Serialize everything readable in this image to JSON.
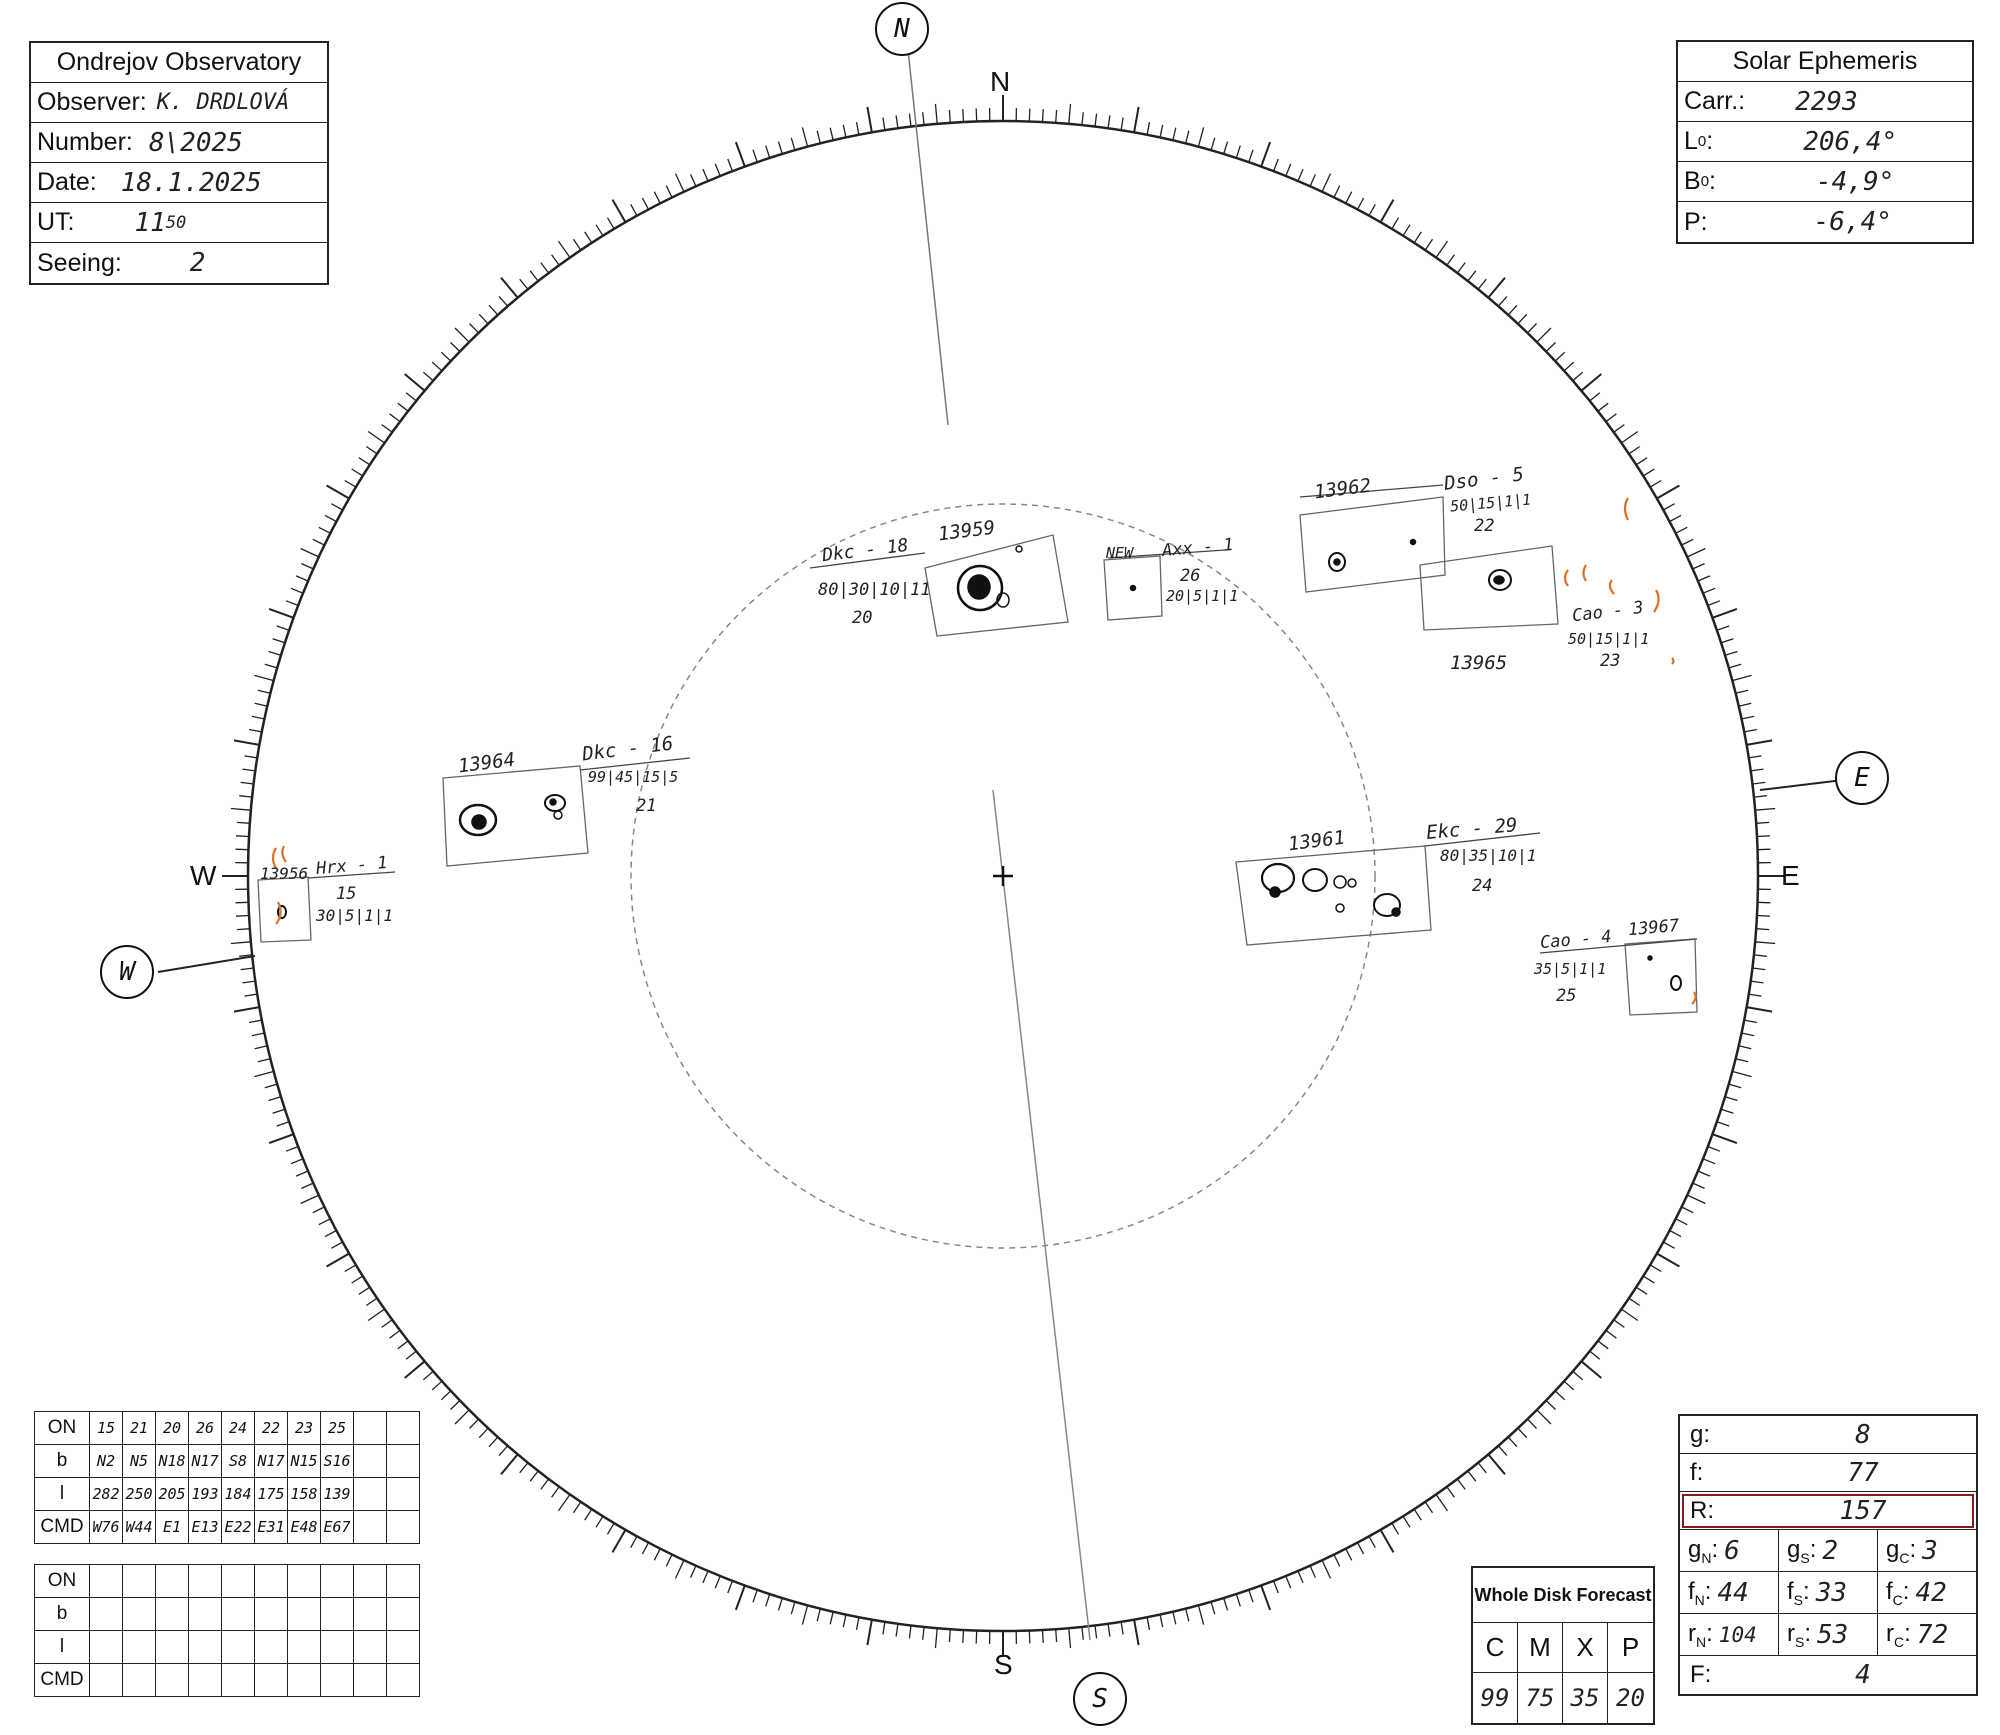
{
  "header": {
    "title": "Ondrejov Observatory",
    "observer_label": "Observer:",
    "observer": "K. DRDLOVÁ",
    "number_label": "Number:",
    "number": "8\\2025",
    "date_label": "Date:",
    "date": "18.1.2025",
    "ut_label": "UT:",
    "ut": "11",
    "ut_minutes": "50",
    "seeing_label": "Seeing:",
    "seeing": "2"
  },
  "ephemeris": {
    "title": "Solar Ephemeris",
    "carr_label": "Carr.:",
    "carr": "2293",
    "l0_label": "L",
    "l0_sub": "0",
    "l0": "206,4°",
    "b0_label": "B",
    "b0_sub": "0",
    "b0": "-4,9°",
    "p_label": "P:",
    "p": "-6,4°"
  },
  "compass": {
    "N": "N",
    "S": "S",
    "E": "E",
    "W": "W",
    "circ_n": "N",
    "circ_s": "S",
    "circ_e": "E",
    "circ_w": "W"
  },
  "groups": [
    {
      "id": "13959",
      "class": "Dkc - 18",
      "stats": "80|30|10|11",
      "extra": "20"
    },
    {
      "id": "NEW",
      "class": "Axx - 1",
      "stats": "20|5|1|1",
      "extra": "26"
    },
    {
      "id": "13962",
      "class": "Dso - 5",
      "stats": "50|15|1|1",
      "extra": "22"
    },
    {
      "id": "13965",
      "class": "Cao - 3",
      "stats": "50|15|1|1",
      "extra": "23"
    },
    {
      "id": "13964",
      "class": "Dkc - 16",
      "stats": "99|45|15|5",
      "extra": "21"
    },
    {
      "id": "13956",
      "class": "Hrx - 1",
      "stats": "30|5|1|1",
      "extra": "15"
    },
    {
      "id": "13961",
      "class": "Ekc - 29",
      "stats": "80|35|10|1",
      "extra": "24"
    },
    {
      "id": "13967",
      "class": "Cao - 4",
      "stats": "35|5|1|1",
      "extra": "25"
    }
  ],
  "table1": {
    "labels": [
      "ON",
      "b",
      "l",
      "CMD"
    ],
    "on": [
      "15",
      "21",
      "20",
      "26",
      "24",
      "22",
      "23",
      "25",
      "",
      ""
    ],
    "b": [
      "N2",
      "N5",
      "N18",
      "N17",
      "S8",
      "N17",
      "N15",
      "S16",
      "",
      ""
    ],
    "l": [
      "282",
      "250",
      "205",
      "193",
      "184",
      "175",
      "158",
      "139",
      "",
      ""
    ],
    "cmd": [
      "W76",
      "W44",
      "E1",
      "E13",
      "E22",
      "E31",
      "E48",
      "E67",
      "",
      ""
    ]
  },
  "table2": {
    "labels": [
      "ON",
      "b",
      "l",
      "CMD"
    ]
  },
  "forecast": {
    "title": "Whole Disk Forecast",
    "headers": [
      "C",
      "M",
      "X",
      "P"
    ],
    "values": [
      "99",
      "75",
      "35",
      "20"
    ]
  },
  "summary": {
    "g_label": "g:",
    "g": "8",
    "f_label": "f:",
    "f": "77",
    "r_label": "R:",
    "r": "157",
    "gn_label": "g",
    "gn_sub": "N",
    "gn": "6",
    "gs_label": "g",
    "gs_sub": "S",
    "gs": "2",
    "gc_label": "g",
    "gc_sub": "C",
    "gc": "3",
    "fn_label": "f",
    "fn_sub": "N",
    "fn": "44",
    "fs_label": "f",
    "fs_sub": "S",
    "fs": "33",
    "fc_label": "f",
    "fc_sub": "C",
    "fc": "42",
    "rn_label": "r",
    "rn_sub": "N",
    "rn": "104",
    "rs_label": "r",
    "rs_sub": "S",
    "rs": "53",
    "rc_label": "r",
    "rc_sub": "C",
    "rc": "72",
    "F_label": "F:",
    "F": "4"
  },
  "colors": {
    "ink": "#222222",
    "pencil": "#777777",
    "facula": "#e07020",
    "highlight": "#8b1a1a"
  }
}
